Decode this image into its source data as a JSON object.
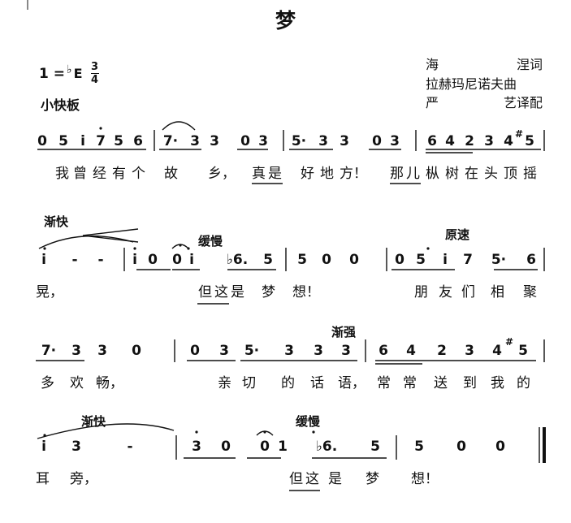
{
  "title": "梦",
  "key": {
    "prefix": "1 =",
    "flat": "♭",
    "note": "E"
  },
  "time_signature": {
    "top": "3",
    "bottom": "4"
  },
  "tempo": "小快板",
  "credits": {
    "lyricist": {
      "name": "海",
      "name2": "涅",
      "role": "词"
    },
    "composer": "拉赫玛尼诺夫曲",
    "arranger": {
      "name": "严",
      "name2": "艺",
      "role": "译配"
    }
  },
  "markings": {
    "accel1": "渐快",
    "rit1": "缓慢",
    "a_tempo": "原速",
    "cresc": "渐强",
    "accel2": "渐快",
    "rit2": "缓慢"
  },
  "lines": [
    {
      "notes": [
        "0",
        "5",
        "i",
        "7",
        "5",
        "6",
        "7·",
        "3",
        "3",
        "0",
        "3",
        "5·",
        "3",
        "3",
        "0",
        "3",
        "6",
        "4",
        "2",
        "3",
        "4",
        "5"
      ],
      "sharp": "#",
      "lyrics": [
        "我",
        "曾",
        "经",
        "有",
        "个",
        "故",
        "乡，",
        "真",
        "是",
        "好",
        "地",
        "方！",
        "那",
        "儿",
        "枞",
        "树",
        "在",
        "头",
        "顶",
        "摇"
      ]
    },
    {
      "notes": [
        "i",
        "-",
        "-",
        "i",
        "0",
        "0",
        "i",
        "♭6.",
        "5",
        "5",
        "0",
        "0",
        "0",
        "5",
        "i",
        "7",
        "5·",
        "6"
      ],
      "lyrics": [
        "晃，",
        "但",
        "这",
        "是",
        "梦",
        "想！",
        "朋",
        "友",
        "们",
        "相",
        "聚"
      ]
    },
    {
      "notes": [
        "7·",
        "3",
        "3",
        "0",
        "0",
        "3",
        "5·",
        "3",
        "3",
        "3",
        "6",
        "4",
        "2",
        "3",
        "4",
        "5"
      ],
      "sharp": "#",
      "lyrics": [
        "多",
        "欢",
        "畅，",
        "亲",
        "切",
        "的",
        "话",
        "语，",
        "常",
        "常",
        "送",
        "到",
        "我",
        "的"
      ]
    },
    {
      "notes": [
        "i",
        "3",
        "-",
        "3",
        "0",
        "0",
        "1",
        "♭6.",
        "5",
        "5",
        "0",
        "0"
      ],
      "lyrics": [
        "耳",
        "旁，",
        "但",
        "这",
        "是",
        "梦",
        "想！"
      ]
    }
  ]
}
